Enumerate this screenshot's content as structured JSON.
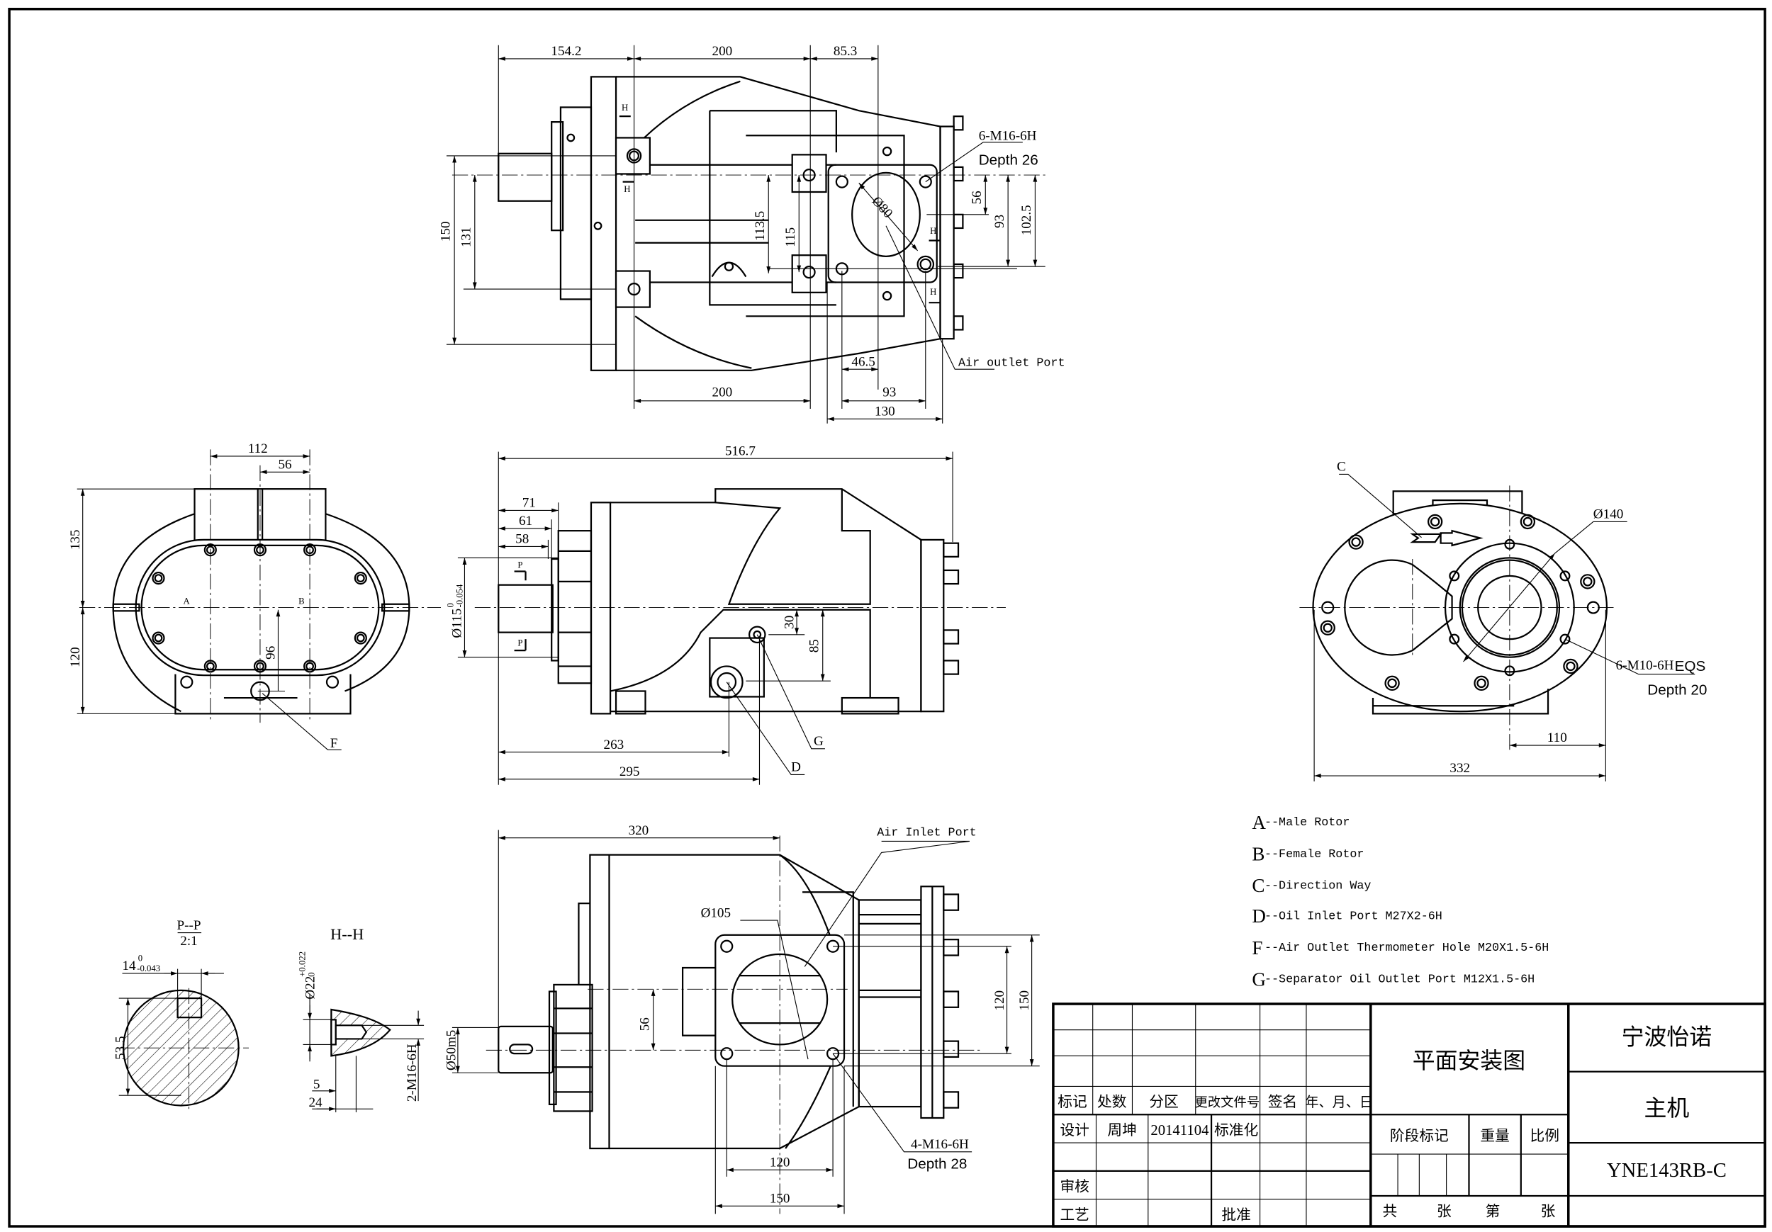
{
  "top_view": {
    "dims": {
      "d154": "154.2",
      "d200a": "200",
      "d85": "85.3",
      "d150": "150",
      "d131": "131",
      "d113": "113.5",
      "d115": "115",
      "d56": "56",
      "d93a": "93",
      "d102": "102.5",
      "d200b": "200",
      "d46": "46.5",
      "d93b": "93",
      "d130": "130",
      "dia80": "Ø80"
    },
    "section_marks": [
      "H",
      "H",
      "H",
      "H"
    ],
    "callout_thread": "6-M16-6H",
    "callout_depth": "Depth 26",
    "callout_port": "Air outlet Port"
  },
  "side_view": {
    "dims": {
      "d516": "516.7",
      "d71": "71",
      "d61": "61",
      "d58": "58",
      "d115": "Ø115",
      "d115_tol_up": "0",
      "d115_tol_low": "-0.054",
      "d30": "30",
      "d85": "85",
      "d263": "263",
      "d295": "295"
    },
    "section_marks": [
      "P",
      "P"
    ],
    "labels": {
      "g": "G",
      "d": "D"
    }
  },
  "end_view": {
    "dims": {
      "d112": "112",
      "d56": "56",
      "d135": "135",
      "d120": "120",
      "d96": "96"
    },
    "labels": {
      "a": "A",
      "b": "B",
      "f": "F"
    }
  },
  "rear_view": {
    "labels": {
      "c": "C"
    },
    "dims": {
      "dia140": "Ø140",
      "d110": "110",
      "d332": "332"
    },
    "callout_thread": "6-M10-6H",
    "callout_eqs": "EQS",
    "callout_depth": "Depth 20"
  },
  "bottom_view": {
    "dims": {
      "d320": "320",
      "dia105": "Ø105",
      "d56": "56",
      "d120v": "120",
      "d150v": "150",
      "d50": "Ø50m5",
      "d120h": "120",
      "d150h": "150"
    },
    "callout_port": "Air Inlet Port",
    "callout_thread": "4-M16-6H",
    "callout_depth": "Depth 28"
  },
  "section_pp": {
    "title": "P--P",
    "scale": "2:1",
    "width_dim": "14",
    "width_tol_up": "0",
    "width_tol_low": "-0.043",
    "height_dim": "53.5"
  },
  "section_hh": {
    "title": "H--H",
    "dia_dim": "Ø22",
    "dia_tol_up": "+0.022",
    "dia_tol_low": "0",
    "thread": "2-M16-6H",
    "d5": "5",
    "d24": "24"
  },
  "legend": [
    {
      "letter": "A",
      "text": "--Male Rotor"
    },
    {
      "letter": "B",
      "text": "--Female Rotor"
    },
    {
      "letter": "C",
      "text": "--Direction Way"
    },
    {
      "letter": "D",
      "text": "--Oil Inlet Port M27X2-6H"
    },
    {
      "letter": "F",
      "text": "--Air Outlet Thermometer Hole M20X1.5-6H"
    },
    {
      "letter": "G",
      "text": "--Separator Oil Outlet Port M12X1.5-6H"
    }
  ],
  "title_block": {
    "header": [
      "标记",
      "处数",
      "分区",
      "更改文件号",
      "签名",
      "年、月、日"
    ],
    "design_label": "设计",
    "designer": "周坤",
    "date": "20141104",
    "standardization": "标准化",
    "review": "审核",
    "process": "工艺",
    "approve": "批准",
    "drawing_name": "平面安装图",
    "stage_mark": "阶段标记",
    "weight": "重量",
    "scale": "比例",
    "sheets": [
      "共",
      "张",
      "第",
      "张"
    ],
    "company": "宁波怡诺",
    "part_name": "主机",
    "model": "YNE143RB-C"
  }
}
